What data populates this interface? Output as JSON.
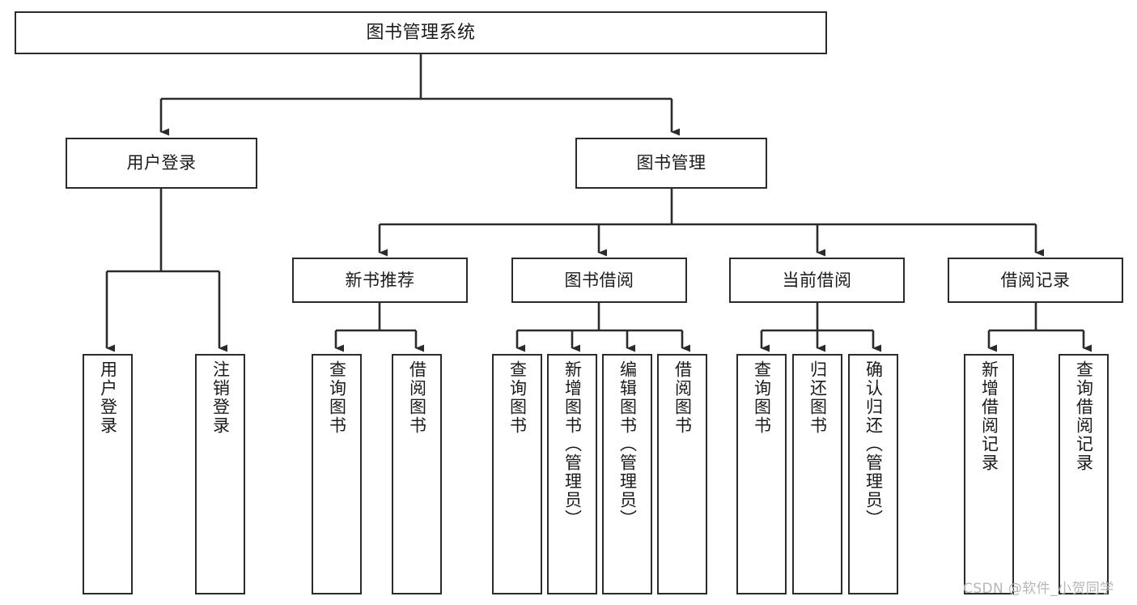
{
  "diagram": {
    "title": "图书管理系统",
    "watermark": "CSDN @软件_小贺同学",
    "line_color": "#2b2b2b",
    "box_border_color": "#2b2b2b",
    "box_fill_color": "#ffffff",
    "text_color": "#1b1b1b",
    "background_color": "#ffffff"
  },
  "nodes": {
    "root": {
      "label": "图书管理系统"
    },
    "level2": [
      {
        "label": "用户登录"
      },
      {
        "label": "图书管理"
      }
    ],
    "level3": [
      {
        "label": "新书推荐"
      },
      {
        "label": "图书借阅"
      },
      {
        "label": "当前借阅"
      },
      {
        "label": "借阅记录"
      }
    ],
    "leaves": {
      "user_login": [
        {
          "label": "用户登录"
        },
        {
          "label": "注销登录"
        }
      ],
      "new_book": [
        {
          "label": "查询图书"
        },
        {
          "label": "借阅图书"
        }
      ],
      "book_borrow": [
        {
          "label": "查询图书"
        },
        {
          "label": "新增图书（管理员）"
        },
        {
          "label": "编辑图书（管理员）"
        },
        {
          "label": "借阅图书"
        }
      ],
      "current_borrow": [
        {
          "label": "查询图书"
        },
        {
          "label": "归还图书"
        },
        {
          "label": "确认归还（管理员）"
        }
      ],
      "borrow_record": [
        {
          "label": "新增借阅记录"
        },
        {
          "label": "查询借阅记录"
        }
      ]
    }
  }
}
